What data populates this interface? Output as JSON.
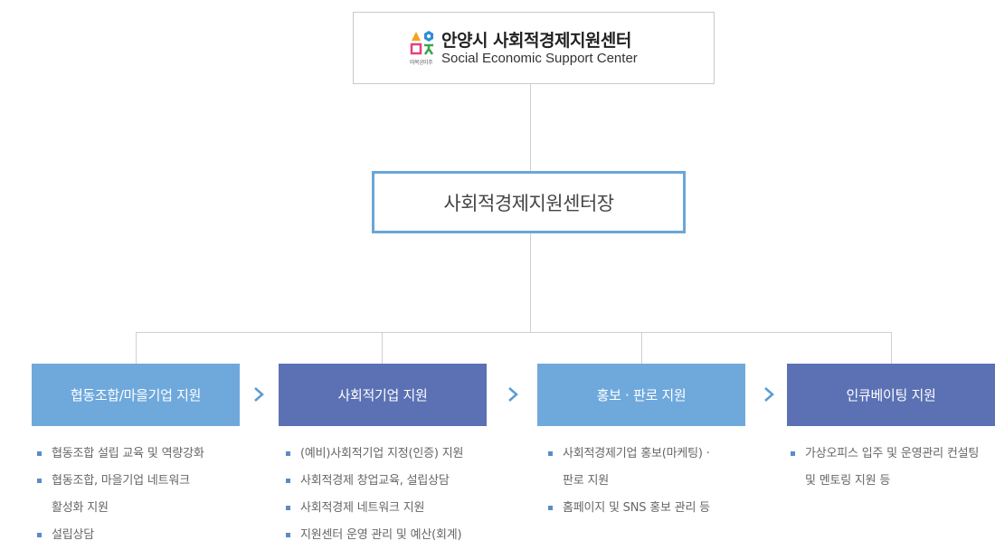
{
  "header": {
    "logo_tag": "따복공미주",
    "title": "안양시 사회적경제지원센터",
    "subtitle": "Social Economic Support Center"
  },
  "director": {
    "label": "사회적경제지원센터장"
  },
  "departments": [
    {
      "label": "협동조합/마을기업 지원",
      "color": "#6fa9dc",
      "tasks": [
        {
          "line1": "협동조합 설립 교육 및 역량강화"
        },
        {
          "line1": "협동조합,  마을기업  네트워크",
          "line2": "활성화 지원"
        },
        {
          "line1": "설립상담"
        }
      ]
    },
    {
      "label": "사회적기업 지원",
      "color": "#5b71b4",
      "tasks": [
        {
          "line1": "(예비)사회적기업 지정(인증) 지원"
        },
        {
          "line1": "사회적경제 창업교육, 설립상담"
        },
        {
          "line1": "사회적경제 네트워크 지원"
        },
        {
          "line1": "지원센터 운영 관리 및 예산(회계)"
        }
      ]
    },
    {
      "label": "홍보 · 판로 지원",
      "color": "#6fa9dc",
      "tasks": [
        {
          "line1": "사회적경제기업 홍보(마케팅) ·",
          "line2": "판로 지원"
        },
        {
          "line1": "홈페이지 및 SNS 홍보 관리 등"
        }
      ]
    },
    {
      "label": "인큐베이팅 지원",
      "color": "#5b71b4",
      "tasks": [
        {
          "line1": "가상오피스 입주 및 운영관리 컨설팅",
          "line2": "및 멘토링 지원 등"
        }
      ]
    }
  ],
  "colors": {
    "line": "#cfcfcf",
    "accent_light": "#6fa9dc",
    "accent_dark": "#5b71b4",
    "arrow": "#5a9bd5"
  }
}
